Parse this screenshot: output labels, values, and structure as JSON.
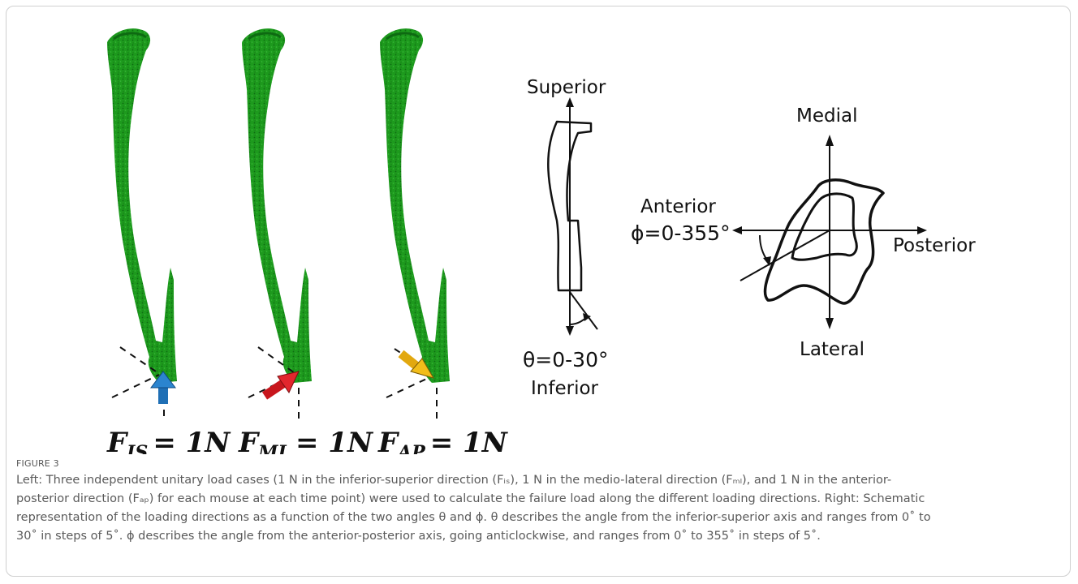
{
  "figure": {
    "label": "FIGURE 3",
    "caption_lines": [
      "Left: Three independent unitary load cases (1 N in the inferior-superior direction (Fᵢₛ), 1 N in the medio-lateral direction (Fₘₗ), and 1 N in the anterior-",
      "posterior direction (Fₐₚ) for each mouse at each time point) were used to calculate the failure load along the different loading directions. Right: Schematic",
      "representation of the loading directions as a function of the two angles θ and ϕ. θ describes the angle from the inferior-superior axis and ranges from 0˚ to",
      "30˚ in steps of 5˚. ϕ describes the angle from the anterior-posterior axis, going anticlockwise, and ranges from 0˚ to 355˚ in steps of 5˚."
    ]
  },
  "load_cases": [
    {
      "force": "F",
      "subscript": "IS",
      "value": "= 1N",
      "arrow_color": "#1f6fb5"
    },
    {
      "force": "F",
      "subscript": "ML",
      "value": "= 1N",
      "arrow_color": "#c8161d"
    },
    {
      "force": "F",
      "subscript": "AP",
      "value": "= 1N",
      "arrow_color": "#e2a80f"
    }
  ],
  "schematic_side": {
    "top_label": "Superior",
    "angle_label": "θ=0-30°",
    "bottom_label": "Inferior"
  },
  "schematic_cross": {
    "top_label": "Medial",
    "left_label": "Anterior",
    "angle_label": "ϕ=0-355°",
    "right_label": "Posterior",
    "bottom_label": "Lateral"
  },
  "colors": {
    "bone": "#1d9a1d",
    "bone_dark": "#0f6e12",
    "line": "#111111"
  }
}
